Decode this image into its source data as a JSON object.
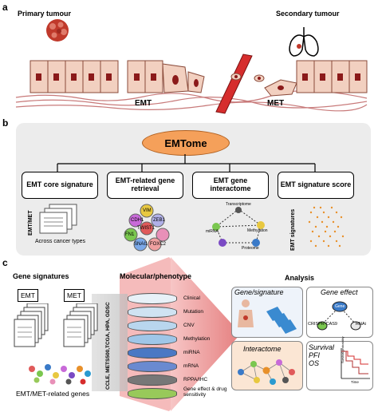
{
  "panel_a": {
    "letter": "a",
    "primary_label": "Primary tumour",
    "secondary_label": "Secondary tumour",
    "vessel_label": "Blood vessel",
    "emt_label": "EMT",
    "met_label": "MET"
  },
  "panel_b": {
    "letter": "b",
    "center_label": "EMTome",
    "boxes": [
      {
        "label": "EMT core signature"
      },
      {
        "label": "EMT-related gene retrieval"
      },
      {
        "label": "EMT gene interactome"
      },
      {
        "label": "EMT signature score"
      }
    ],
    "emt_met_label": "EMT/MET",
    "across_label": "Across cancer types",
    "network_nodes": [
      "VIM",
      "CDH1",
      "SNAI1",
      "ZEB1",
      "TWIST1",
      "FN1",
      "FOXC2"
    ],
    "interactome_labels": [
      "Transcriptome",
      "Methylation",
      "miRNA",
      "Proteome"
    ],
    "emt_signatures_label": "EMT signatures"
  },
  "panel_c": {
    "letter": "c",
    "gene_signatures_title": "Gene signatures",
    "emt_tag": "EMT",
    "met_tag": "MET",
    "related_genes_label": "EMT/MET-related genes",
    "molecular_title": "Molecular/phenotype",
    "sources_label": "CCLE, METS500,TCGA, HPA, GDSC",
    "layers": [
      "Clinical",
      "Mutation",
      "CNV",
      "Methylation",
      "miRNA",
      "mRNA",
      "RPPA/IHC",
      "Gene effect & drug sensitivity"
    ],
    "analysis_title": "Analysis",
    "gene_signature_label": "Gene/signature",
    "gene_effect_label": "Gene effect",
    "crispr_label": "CRISPR-CAS9",
    "rnai_label": "RNAi",
    "gene_label": "Gene",
    "interactome_label": "Interactome",
    "survival_lines": [
      "Survival",
      "PFI",
      "OS"
    ],
    "km_ylabel": "Survival probability",
    "km_xlabel": "Time"
  },
  "colors": {
    "tumour_red": "#c0392b",
    "vessel_red": "#d62d2d",
    "emtome_orange": "#f5a05a",
    "arrow_pink": "#f0a6a6",
    "layer_colors": [
      "#e8f1f8",
      "#cfe3f2",
      "#b9d6ee",
      "#9fc6e8",
      "#4a78c4",
      "#6a8ad0",
      "#777777",
      "#98c95a"
    ]
  }
}
